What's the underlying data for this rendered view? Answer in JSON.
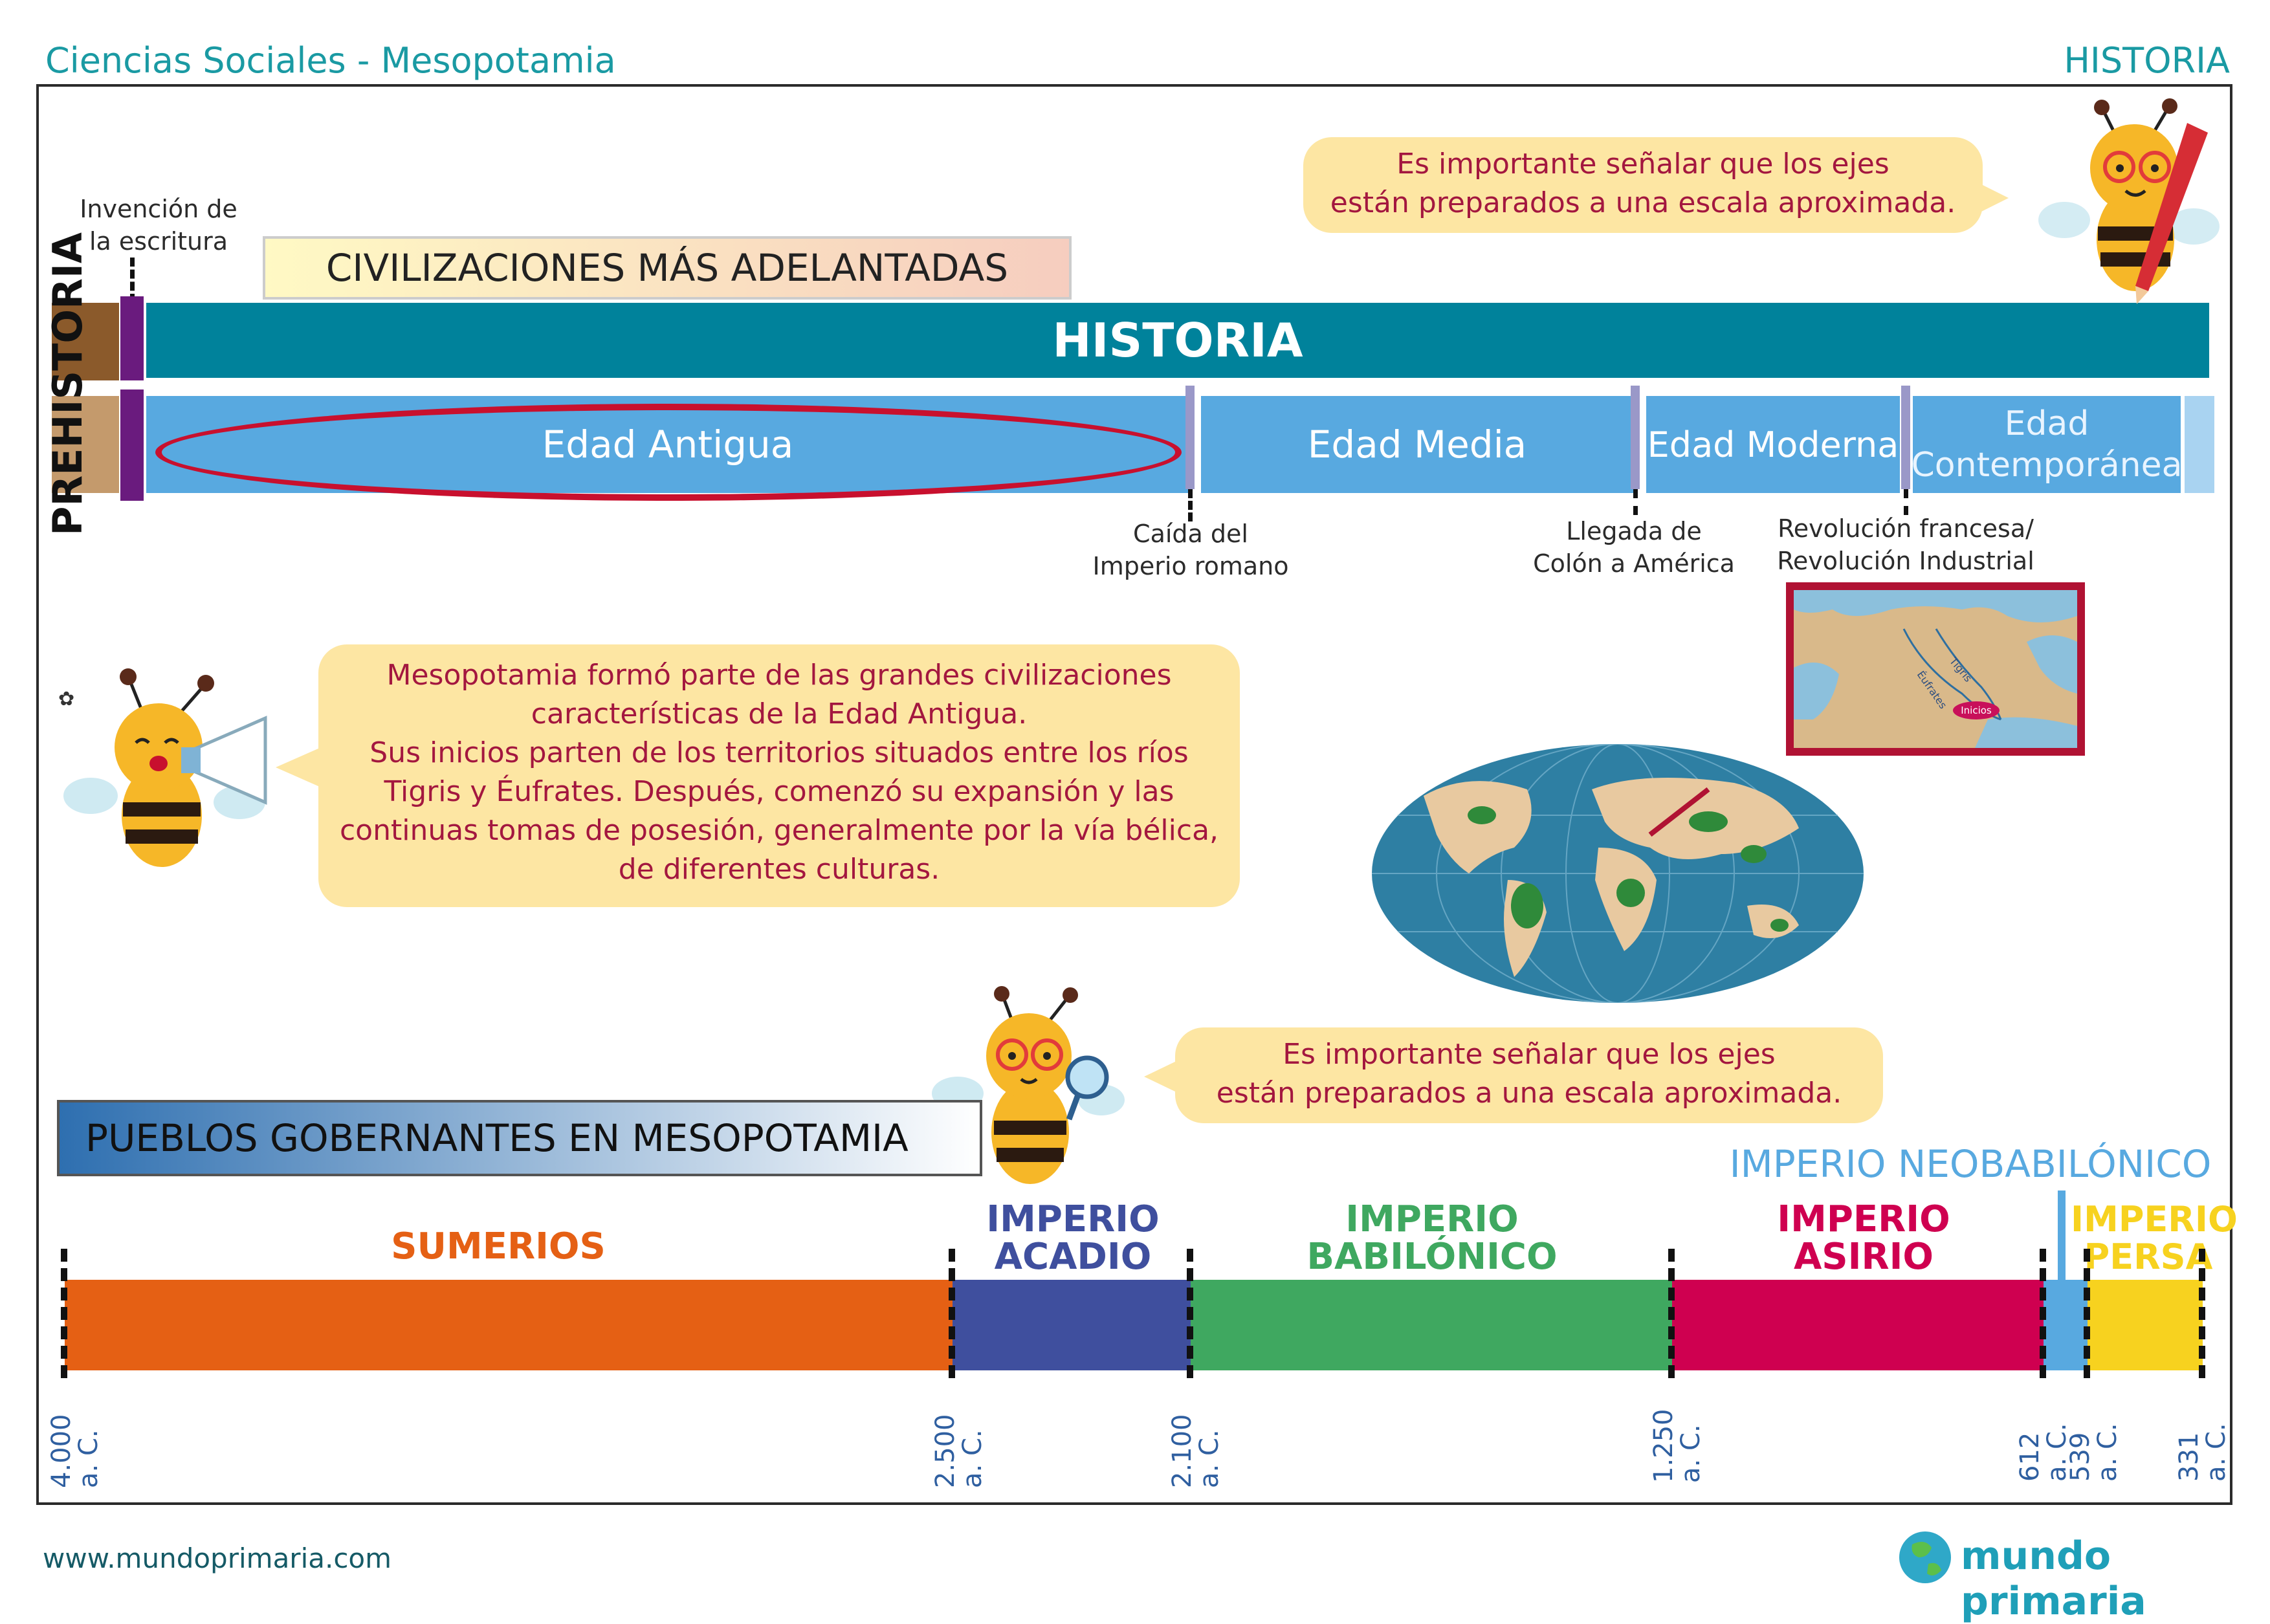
{
  "header": {
    "left_title": "Ciencias Sociales - Mesopotamia",
    "right_title": "HISTORIA"
  },
  "timeline": {
    "invention_label_line1": "Invención de",
    "invention_label_line2": "la escritura",
    "advanced_civilizations": "CIVILIZACIONES MÁS ADELANTADAS",
    "prehistoria_label": "PREHISTORIA",
    "historia_label": "HISTORIA",
    "eras": [
      "Edad Antigua",
      "Edad Media",
      "Edad Moderna",
      "Edad Contemporánea"
    ],
    "era_contemporanea_line1": "Edad",
    "era_contemporanea_line2": "Contemporánea",
    "events": [
      {
        "line1": "Caída del",
        "line2": "Imperio romano"
      },
      {
        "line1": "Llegada de",
        "line2": "Colón a América"
      },
      {
        "line1": "Revolución francesa/",
        "line2": "Revolución Industrial"
      }
    ]
  },
  "bubbles": {
    "top_line1": "Es importante señalar que los ejes",
    "top_line2": "están preparados a una escala aproximada.",
    "middle": [
      "Mesopotamia formó parte de las grandes civilizaciones",
      "características de la Edad Antigua.",
      "Sus inicios parten de los territorios situados entre los ríos",
      "Tigris y Éufrates. Después, comenzó su expansión y las",
      "continuas tomas de posesión, generalmente por la vía bélica,",
      "de diferentes culturas."
    ],
    "bottom_line1": "Es importante señalar que los ejes",
    "bottom_line2": "están preparados a una escala aproximada."
  },
  "map": {
    "rivers": [
      "Tigris",
      "Éufrates"
    ],
    "origin_label": "Inicios"
  },
  "peoples": {
    "section_title": "PUEBLOS GOBERNANTES EN MESOPOTAMIA",
    "neobabilonico": "IMPERIO NEOBABILÓNICO",
    "groups": [
      {
        "line1": "SUMERIOS",
        "line2": "",
        "color": "#e56014"
      },
      {
        "line1": "IMPERIO",
        "line2": "ACADIO",
        "color": "#3f4f9e"
      },
      {
        "line1": "IMPERIO",
        "line2": "BABILÓNICO",
        "color": "#3fa860"
      },
      {
        "line1": "IMPERIO",
        "line2": "ASIRIO",
        "color": "#cf0050"
      },
      {
        "line1": "IMPERIO",
        "line2": "PERSA",
        "color": "#f7d21f"
      }
    ],
    "neobabilonico_color": "#58a9e0",
    "dates": [
      {
        "value": "4.000",
        "suffix": "a. C."
      },
      {
        "value": "2.500",
        "suffix": "a. C."
      },
      {
        "value": "2.100",
        "suffix": "a. C."
      },
      {
        "value": "1.250",
        "suffix": "a. C."
      },
      {
        "value": "612",
        "suffix": "a. C."
      },
      {
        "value": "539",
        "suffix": "a. C."
      },
      {
        "value": "331",
        "suffix": "a. C."
      }
    ]
  },
  "footer": {
    "website": "www.mundoprimaria.com",
    "brand": "mundo primaria"
  }
}
